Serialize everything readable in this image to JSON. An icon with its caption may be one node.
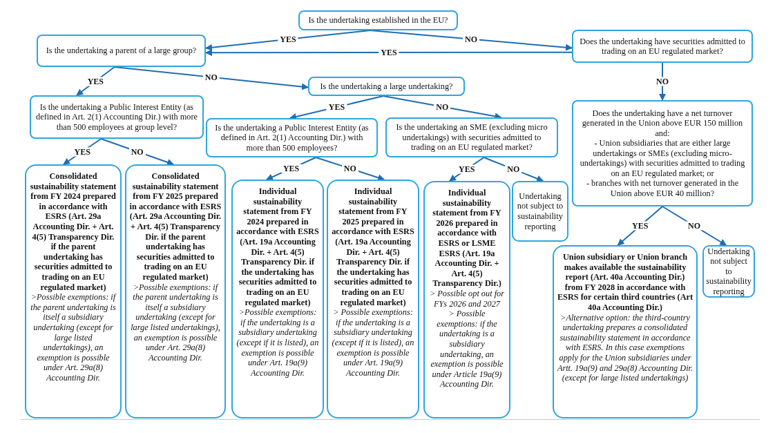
{
  "diagram": {
    "nodes": [
      {
        "text": [
          "Is the undertaking established in the EU?"
        ]
      },
      {
        "text": [
          "Is the undertaking a parent of a large group?"
        ]
      },
      {
        "text": [
          "Does the undertaking have securities admitted to trading on an EU regulated market?"
        ]
      },
      {
        "text": [
          "Is the undertaking a Public Interest Entity (as defined in Art. 2(1) Accounting Dir.) with more than 500 employees at group level?"
        ]
      },
      {
        "text": [
          "Is the undertaking a large undertaking?"
        ]
      },
      {
        "text": [
          "Is the undertaking a Public Interest Entity (as defined in Art. 2(1) Accounting Dir.) with more than 500 employees?"
        ]
      },
      {
        "text": [
          "Is the undertaking an SME (excluding micro undertakings) with securities admitted to trading on an EU regulated market?"
        ]
      },
      {
        "text": [
          "Does the undertaking have a net turnover generated in the Union above EUR 150 million and:",
          "- Union subsidiaries that are either large undertakings or SMEs (excluding micro-undertakings) with securities admitted to trading on an EU regulated market; or",
          "- branches with net turnover generated in the Union above EUR 40 million?"
        ]
      },
      {
        "text": [
          "Consolidated sustainability statement from FY 2024 prepared in accordance with ESRS (Art. 29a Accounting Dir. + Art. 4(5) Transparency Dir. if the parent undertaking has securities admitted to trading on an EU regulated market)",
          ">Possible exemptions: if the parent undertaking is itself a subsidiary undertaking (except for large listed undertakings), an exemption is possible under Art. 29a(8) Accounting Dir."
        ]
      },
      {
        "text": [
          "Consolidated sustainability statement from FY 2025 prepared in accordance with ESRS (Art. 29a Accounting Dir. + Art. 4(5) Transparency Dir. if the parent undertaking has securities admitted to trading on an EU regulated market)",
          ">Possible exemptions: if the parent undertaking is itself a subsidiary undertaking (except for large listed undertakings), an exemption is possible under Art. 29a(8) Accounting Dir."
        ]
      },
      {
        "text": [
          "Individual sustainability statement from FY 2024 prepared in accordance with ESRS (Art. 19a Accounting Dir. + Art. 4(5) Transparency Dir. if the undertaking has securities admitted to trading on an EU regulated market)",
          ">Possible exemptions: if the undertaking is a subsidiary undertaking (except if it is listed), an exemption is possible under Art. 19a(9) Accounting Dir."
        ]
      },
      {
        "text": [
          "Individual sustainability statement from FY 2025 prepared in accordance with ESRS (Art. 19a Accounting Dir. + Art. 4(5) Transparency Dir. if the undertaking has securities admitted to trading on an EU regulated market)",
          "> Possible exemptions: if the undertaking is a subsidiary undertaking (except if it is listed), an exemption is possible under Art. 19a(9) Accounting Dir."
        ]
      },
      {
        "text": [
          "Individual sustainability statement from FY 2026 prepared in accordance with ESRS or LSME ESRS (Art. 19a Accounting Dir. + Art. 4(5) Transparency Dir.)",
          "> Possible opt out for FYs 2026 and 2027",
          "> Possible exemptions: if the undertaking is a subsidiary undertaking, an exemption is possible under Article 19a(9) Accounting Dir."
        ]
      },
      {
        "text": [
          "Undertaking not subject to sustainability reporting"
        ]
      },
      {
        "text": [
          "Union subsidiary or Union branch makes available the sustainability report (Art. 40a Accounting Dir.) from FY 2028 in accordance with ESRS for certain third countries (Art 40a Accounting Dir.)",
          ">Alternative option: the third-country undertaking prepares a consolidated sustainability statement in accordance with ESRS. In this case exemptions apply for the Union subsidiaries under Artt. 19a(9) and 29a(8) Accounting Dir. (except for large listed undertakings)"
        ]
      },
      {
        "text": [
          "Undertaking not subject to sustainability reporting"
        ]
      }
    ],
    "edges": [
      {
        "from": 0,
        "to": 1,
        "arrow": "to",
        "label": "YES"
      },
      {
        "from": 0,
        "to": 2,
        "arrow": "to",
        "label": "NO"
      },
      {
        "from": 2,
        "to": 1,
        "arrow": "to",
        "label": "YES"
      },
      {
        "from": 1,
        "to": 3,
        "arrow": "to",
        "label": "YES"
      },
      {
        "from": 1,
        "to": 4,
        "arrow": "to",
        "label": "NO"
      },
      {
        "from": 2,
        "to": 7,
        "arrow": "to",
        "label": "NO"
      },
      {
        "from": 4,
        "to": 5,
        "arrow": "to",
        "label": "YES"
      },
      {
        "from": 4,
        "to": 6,
        "arrow": "to",
        "label": "NO"
      },
      {
        "from": 3,
        "to": 8,
        "arrow": "to",
        "label": "YES"
      },
      {
        "from": 3,
        "to": 9,
        "arrow": "to",
        "label": "NO"
      },
      {
        "from": 5,
        "to": 10,
        "arrow": "to",
        "label": "YES"
      },
      {
        "from": 5,
        "to": 11,
        "arrow": "to",
        "label": "NO"
      },
      {
        "from": 6,
        "to": 12,
        "arrow": "to",
        "label": "YES"
      },
      {
        "from": 6,
        "to": 13,
        "arrow": "to",
        "label": "NO"
      },
      {
        "from": 7,
        "to": 14,
        "arrow": "to",
        "label": "YES"
      },
      {
        "from": 7,
        "to": 15,
        "arrow": "to",
        "label": "NO"
      }
    ]
  }
}
